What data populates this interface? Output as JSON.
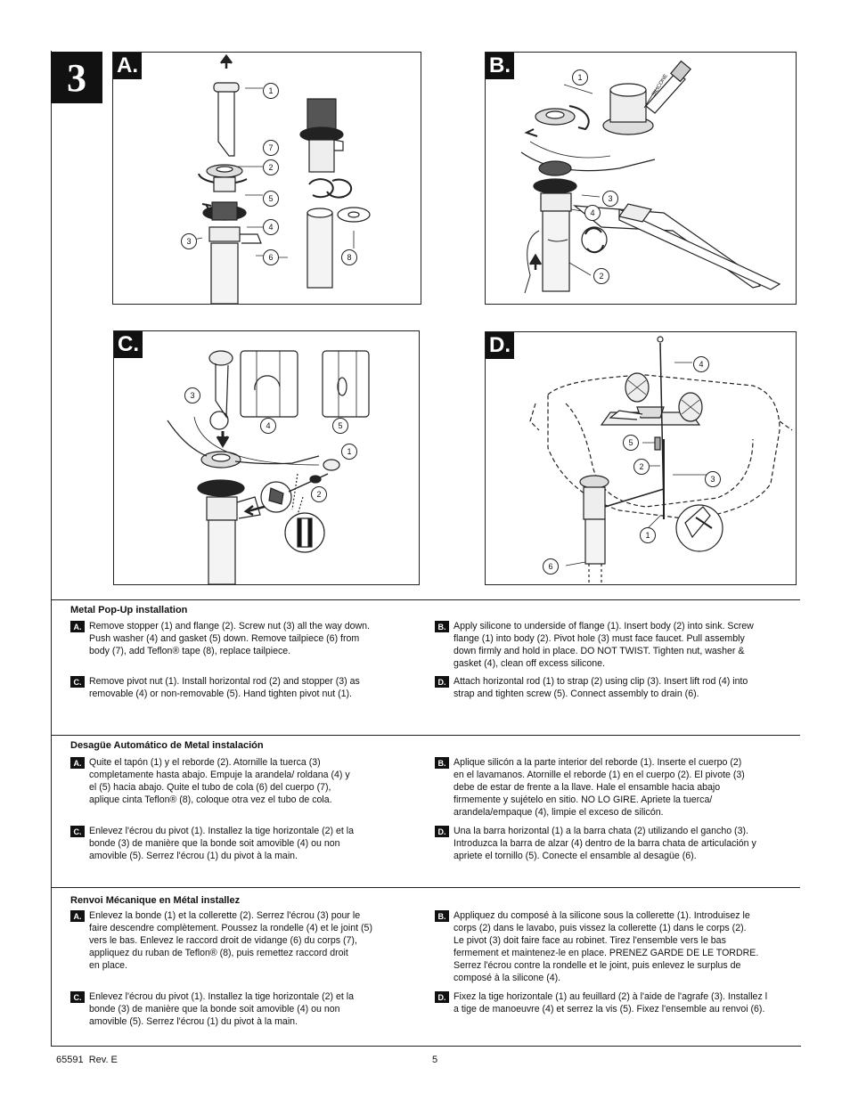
{
  "step_number": "3",
  "panels": {
    "a": {
      "label": "A.",
      "callouts": [
        "1",
        "7",
        "2",
        "5",
        "4",
        "3",
        "6",
        "8"
      ]
    },
    "b": {
      "label": "B.",
      "callouts": [
        "1",
        "3",
        "4",
        "2"
      ],
      "tube_text": "SILICONE"
    },
    "c": {
      "label": "C.",
      "callouts": [
        "3",
        "4",
        "5",
        "1",
        "2"
      ]
    },
    "d": {
      "label": "D.",
      "callouts": [
        "4",
        "5",
        "2",
        "3",
        "1",
        "6"
      ]
    }
  },
  "sections": [
    {
      "title": "Metal Pop-Up installation",
      "items": {
        "a": {
          "badge": "A.",
          "text": "Remove stopper (1) and flange (2). Screw nut (3) all the way down.\nPush washer (4) and gasket (5) down. Remove tailpiece (6) from\nbody (7), add Teflon® tape (8), replace tailpiece."
        },
        "b": {
          "badge": "B.",
          "text": "Apply silicone to underside of flange (1). Insert body (2) into sink. Screw\nflange (1) into body (2). Pivot hole (3) must face faucet. Pull assembly\ndown firmly and hold in place. DO NOT TWIST. Tighten nut, washer &\ngasket (4), clean off excess silicone."
        },
        "c": {
          "badge": "C.",
          "text": "Remove pivot nut (1). Install horizontal rod (2) and stopper (3) as\nremovable (4) or non-removable (5). Hand tighten pivot nut (1)."
        },
        "d": {
          "badge": "D.",
          "text": "Attach horizontal rod (1) to strap (2) using clip (3). Insert lift rod (4) into\nstrap and tighten screw (5). Connect assembly to drain (6)."
        }
      }
    },
    {
      "title": "Desagüe Automático de Metal instalación",
      "items": {
        "a": {
          "badge": "A.",
          "text": "Quite el tapón (1) y el reborde (2). Atornille la tuerca (3)\ncompletamente hasta abajo. Empuje la arandela/ roldana (4) y\nel (5) hacia abajo. Quite el tubo de cola (6) del cuerpo (7),\naplique cinta Teflon® (8), coloque otra vez el tubo de cola."
        },
        "b": {
          "badge": "B.",
          "text": "Aplique silicón a la parte interior del reborde (1). Inserte el cuerpo (2)\nen el lavamanos. Atornille el reborde (1) en el cuerpo (2). El pivote (3)\ndebe de estar de frente a la llave. Hale el ensamble hacia abajo\nfirmemente y sujételo en sitio. NO LO GIRE. Apriete la tuerca/\narandela/empaque (4), limpie el exceso de silicón."
        },
        "c": {
          "badge": "C.",
          "text": "Enlevez l'écrou du pivot (1). Installez la tige horizontale (2) et la\nbonde (3) de manière que la bonde soit amovible (4) ou non\namovible (5). Serrez l'écrou (1) du pivot à la main."
        },
        "d": {
          "badge": "D.",
          "text": "Una la barra horizontal (1) a la barra chata (2) utilizando el gancho (3).\nIntroduzca la barra de alzar (4) dentro de la barra chata de articulación y\napriete el tornillo (5). Conecte el ensamble al desagüe (6)."
        }
      }
    },
    {
      "title": "Renvoi Mécanique en Métal installez",
      "items": {
        "a": {
          "badge": "A.",
          "text": "Enlevez la bonde (1) et la collerette (2). Serrez l'écrou (3) pour le\nfaire descendre complètement. Poussez la rondelle (4) et le joint (5)\nvers le bas. Enlevez le raccord droit de vidange (6) du corps (7),\nappliquez du ruban de Teflon® (8), puis remettez raccord droit\nen place."
        },
        "b": {
          "badge": "B.",
          "text": "Appliquez du composé à la silicone sous la collerette (1). Introduisez le\ncorps (2) dans le lavabo, puis vissez la collerette (1) dans le corps (2).\nLe pivot (3) doit faire face au robinet. Tirez l'ensemble vers le bas\nfermement et maintenez-le en place. PRENEZ GARDE DE LE TORDRE.\nSerrez l'écrou contre la rondelle et le joint, puis enlevez le surplus de\ncomposé à la silicone (4)."
        },
        "c": {
          "badge": "C.",
          "text": "Enlevez l'écrou du pivot (1). Installez la tige horizontale (2) et la\nbonde (3) de manière que la bonde soit amovible (4) ou non\namovible (5). Serrez l'écrou (1) du pivot à la main."
        },
        "d": {
          "badge": "D.",
          "text": "Fixez la tige horizontale (1) au feuillard (2) à l'aide de l'agrafe (3). Installez l\na tige de manoeuvre (4) et serrez la vis (5). Fixez l'ensemble au renvoi (6)."
        }
      }
    }
  ],
  "footer": {
    "doc": "65591  Rev. E",
    "page": "5"
  }
}
